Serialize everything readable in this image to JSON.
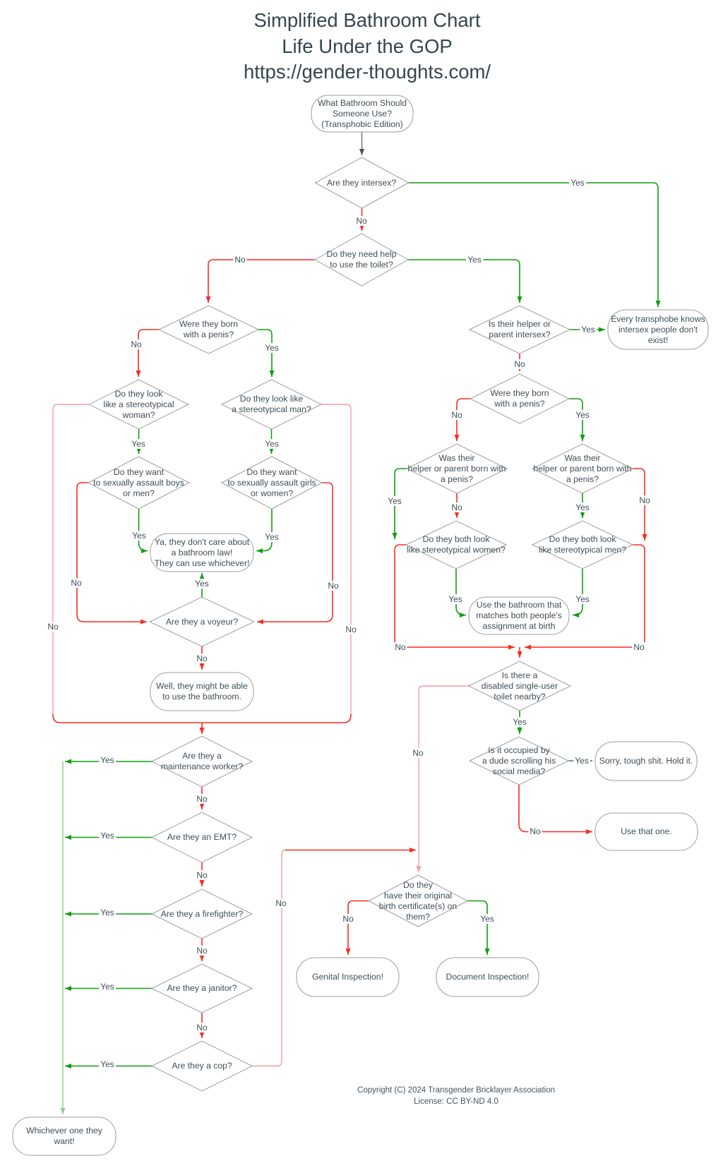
{
  "title": {
    "line1": "Simplified Bathroom Chart",
    "line2": "Life Under the GOP",
    "line3": "https://gender-thoughts.com/"
  },
  "edge_labels": {
    "yes": "Yes",
    "no": "No"
  },
  "nodes": {
    "start": {
      "label": "What Bathroom Should\nSomeone Use?\n(Transphobic Edition)"
    },
    "intersex": {
      "label": "Are they intersex?"
    },
    "need_help": {
      "label": "Do they need help\nto use the toilet?"
    },
    "helper_intersex": {
      "label": "Is their helper or\nparent intersex?"
    },
    "transphobe_note": {
      "label": "Every transphobe knows\nintersex people don't\nexist!"
    },
    "born_penis_right": {
      "label": "Were they born\nwith a penis?"
    },
    "helper_born_left": {
      "label": "Was their\nhelper or parent born with\na penis?"
    },
    "helper_born_right": {
      "label": "Was their\nhelper or parent born with\na penis?"
    },
    "both_women": {
      "label": "Do they both look\nlike stereotypical women?"
    },
    "both_men": {
      "label": "Do they both look\nlike stereotypical men?"
    },
    "match_assignment": {
      "label": "Use the bathroom that\nmatches both people's\nassignment at birth"
    },
    "disabled_toilet": {
      "label": "Is there a\ndisabled single-user\ntoilet nearby?"
    },
    "occupied_dude": {
      "label": "Is it occupied by\na dude scrolling his\nsocial media?"
    },
    "sorry_hold": {
      "label": "Sorry, tough shit. Hold it."
    },
    "use_that_one": {
      "label": "Use that one."
    },
    "birth_certificate": {
      "label": "Do they\nhave their original\nbirth certificate(s) on\nthem?"
    },
    "genital_inspection": {
      "label": "Genital Inspection!"
    },
    "document_inspection": {
      "label": "Document Inspection!"
    },
    "born_penis_left": {
      "label": "Were they born\nwith a penis?"
    },
    "look_woman": {
      "label": "Do they look\nlike a stereotypical\nwoman?"
    },
    "look_man": {
      "label": "Do they look like\na stereotypical man?"
    },
    "assault_boys": {
      "label": "Do they want\nto sexually assault boys\nor men?"
    },
    "assault_girls": {
      "label": "Do they want\nto sexually assault girls\nor women?"
    },
    "ya_whichever": {
      "label": "Ya, they don't care about\na bathroom law!\nThey can use whichever!"
    },
    "voyeur": {
      "label": "Are they a voyeur?"
    },
    "well_might": {
      "label": "Well, they might be able\nto use the bathroom."
    },
    "maintenance": {
      "label": "Are they a\nmaintenance worker?"
    },
    "emt": {
      "label": "Are they an EMT?"
    },
    "firefighter": {
      "label": "Are they a firefighter?"
    },
    "janitor": {
      "label": "Are they a janitor?"
    },
    "cop": {
      "label": "Are they a cop?"
    },
    "whichever_want": {
      "label": "Whichever one they\nwant!"
    }
  },
  "footer": {
    "line1": "Copyright (C) 2024 Transgender Bricklayer Association",
    "line2": "License: CC BY-ND 4.0"
  },
  "colors": {
    "yes_green": "#0d9f0d",
    "no_red": "#f52d20",
    "light_green": "#8bcc8b",
    "light_red": "#f59c9c",
    "node_border": "#9d9d9d",
    "text": "#3e4e58"
  }
}
